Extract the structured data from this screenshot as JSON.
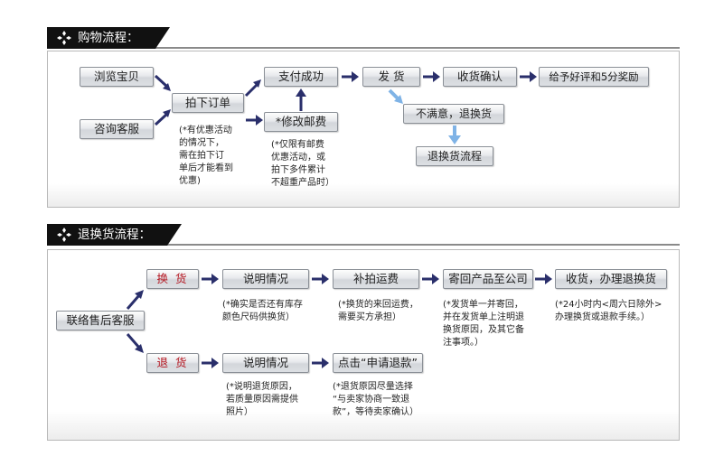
{
  "shopping": {
    "title": "购物流程：",
    "steps": {
      "browse": "浏览宝贝",
      "consult": "咨询客服",
      "order": "拍下订单",
      "pay": "支付成功",
      "modify": "*修改邮费",
      "ship": "发  货",
      "confirm": "收货确认",
      "review": "给予好评和5分奖励",
      "unsatisfied": "不满意，退换货",
      "return_flow": "退换货流程"
    },
    "notes": {
      "order": [
        "(*有优惠活动",
        "的情况下，",
        "需在拍下订",
        "单后才能看到",
        "优惠)"
      ],
      "modify": [
        "(*仅限有邮费",
        "优惠活动，或",
        "拍下多件累计",
        "不超重产品时）"
      ]
    }
  },
  "returns": {
    "title": "退换货流程：",
    "steps": {
      "contact": "联络售后客服",
      "exchange": "换  货",
      "refund": "退  货",
      "explain1": "说明情况",
      "repost": "补拍运费",
      "sendback": "寄回产品至公司",
      "receive": "收货，办理退换货",
      "explain2": "说明情况",
      "apply": "点击“申请退款”"
    },
    "notes": {
      "explain1": [
        "(*确实是否还有库存",
        "颜色尺码供换货）"
      ],
      "repost": [
        "(*换货的来回运费，",
        "需要买方承担）"
      ],
      "sendback": [
        "(*发货单一并寄回，",
        "并在发货单上注明退",
        "换货原因，及其它备",
        "注事项。）"
      ],
      "receive": [
        "(*24小时内<周六日除外>",
        "办理换货或退款手续。）"
      ],
      "explain2": [
        "(*说明退货原因，",
        "若质量原因需提供",
        "照片）"
      ],
      "apply": [
        "(*退货原因尽量选择",
        "“与卖家协商一致退",
        "款”，等待卖家确认）"
      ]
    }
  },
  "colors": {
    "arrow": "#2a2f6b",
    "down_arrow": "#7fb3e6",
    "red_text": "#b4141e",
    "header": "#111111"
  }
}
